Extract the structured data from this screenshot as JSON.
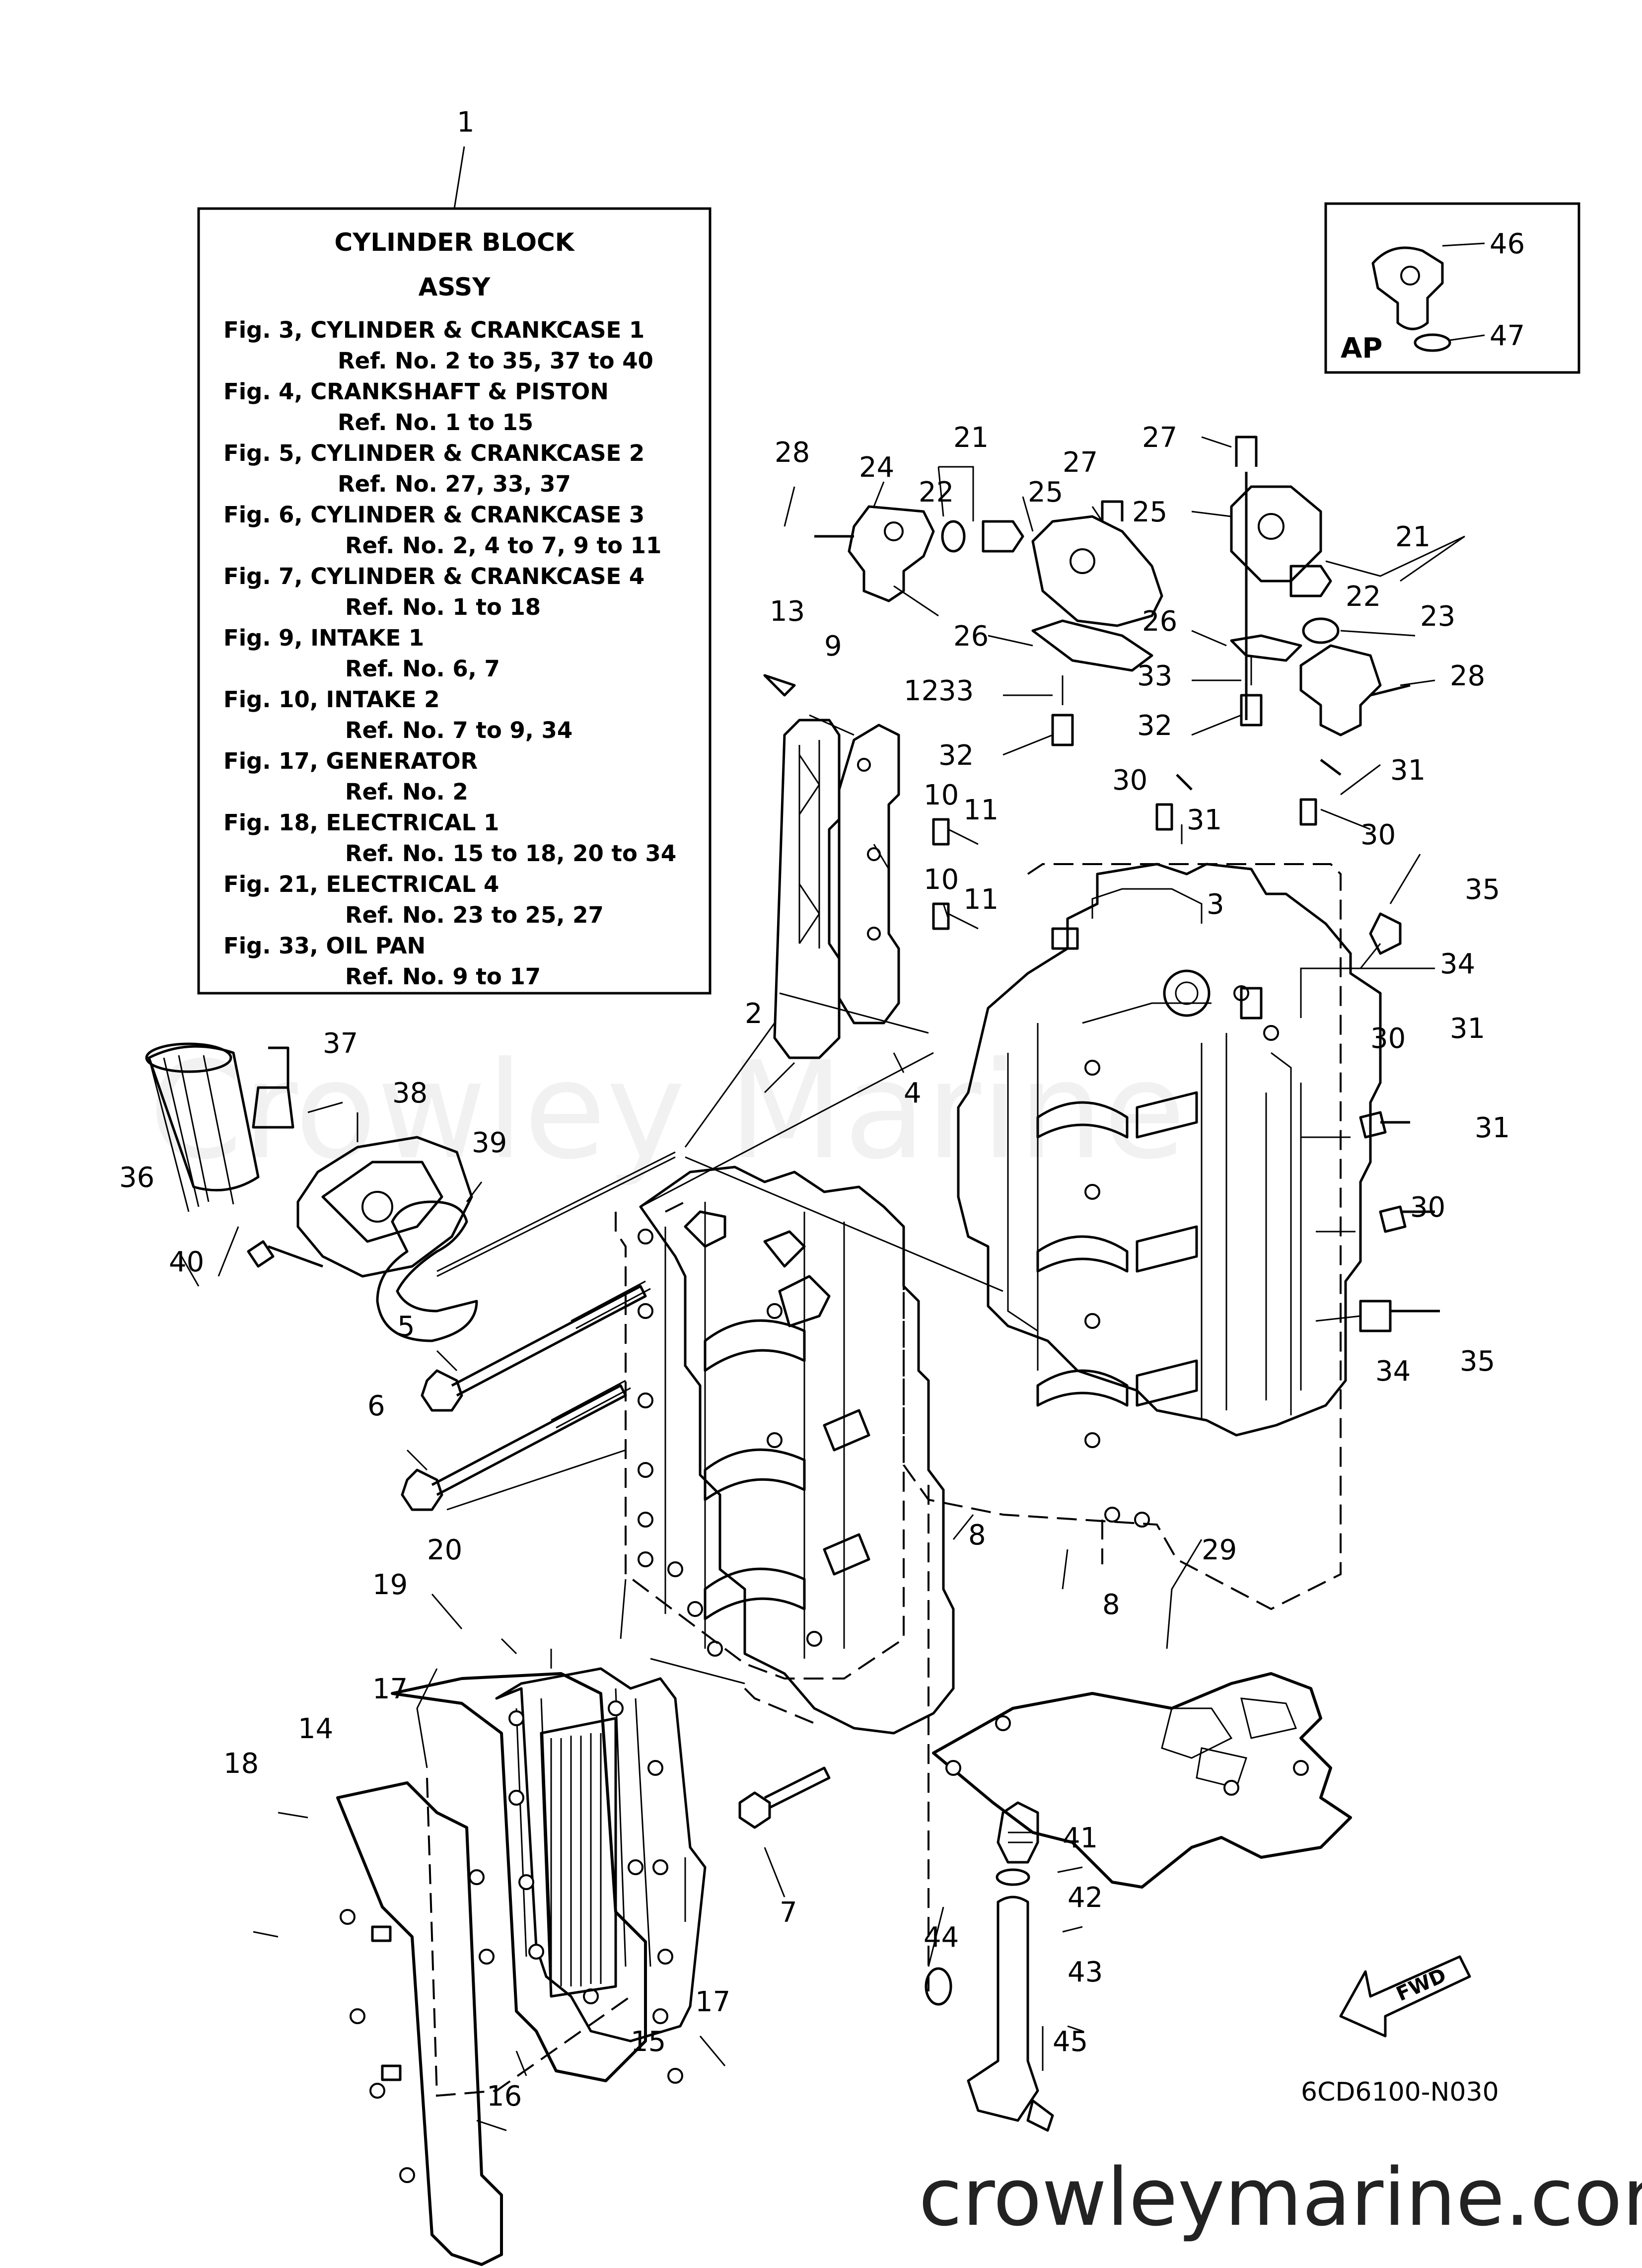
{
  "watermark": "Crowley Marine",
  "site_url": "crowleymarine.com",
  "diagram_code": "6CD6100-N030",
  "ap_label": "AP",
  "fwd_label": "FWD",
  "legend": {
    "title_line1": "CYLINDER BLOCK",
    "title_line2": "ASSY",
    "lines": [
      "Fig. 3, CYLINDER & CRANKCASE 1",
      "Ref. No. 2 to 35, 37 to 40",
      "Fig. 4, CRANKSHAFT & PISTON",
      "Ref. No. 1 to 15",
      "Fig. 5, CYLINDER & CRANKCASE 2",
      "Ref. No. 27, 33, 37",
      "Fig. 6, CYLINDER & CRANKCASE 3",
      "Ref. No. 2, 4 to 7, 9 to 11",
      "Fig. 7, CYLINDER & CRANKCASE 4",
      "Ref. No. 1 to 18",
      "Fig. 9, INTAKE 1",
      "Ref. No. 6, 7",
      "Fig. 10, INTAKE 2",
      "Ref. No. 7 to 9, 34",
      "Fig. 17, GENERATOR",
      "Ref. No. 2",
      "Fig. 18, ELECTRICAL 1",
      "Ref. No. 15 to 18, 20 to 34",
      "Fig. 21, ELECTRICAL 4",
      "Ref. No. 23 to 25, 27",
      "Fig. 33, OIL PAN",
      "Ref. No. 9 to 17"
    ]
  },
  "callouts": [
    "1",
    "2",
    "3",
    "4",
    "5",
    "6",
    "7",
    "8",
    "8",
    "9",
    "10",
    "10",
    "11",
    "11",
    "12",
    "13",
    "14",
    "15",
    "16",
    "17",
    "17",
    "18",
    "19",
    "20",
    "21",
    "21",
    "22",
    "22",
    "23",
    "24",
    "25",
    "25",
    "26",
    "26",
    "27",
    "27",
    "28",
    "28",
    "29",
    "30",
    "30",
    "30",
    "30",
    "31",
    "31",
    "31",
    "31",
    "32",
    "32",
    "33",
    "33",
    "34",
    "34",
    "35",
    "35",
    "36",
    "37",
    "38",
    "39",
    "40",
    "41",
    "42",
    "43",
    "44",
    "45",
    "46",
    "47"
  ]
}
